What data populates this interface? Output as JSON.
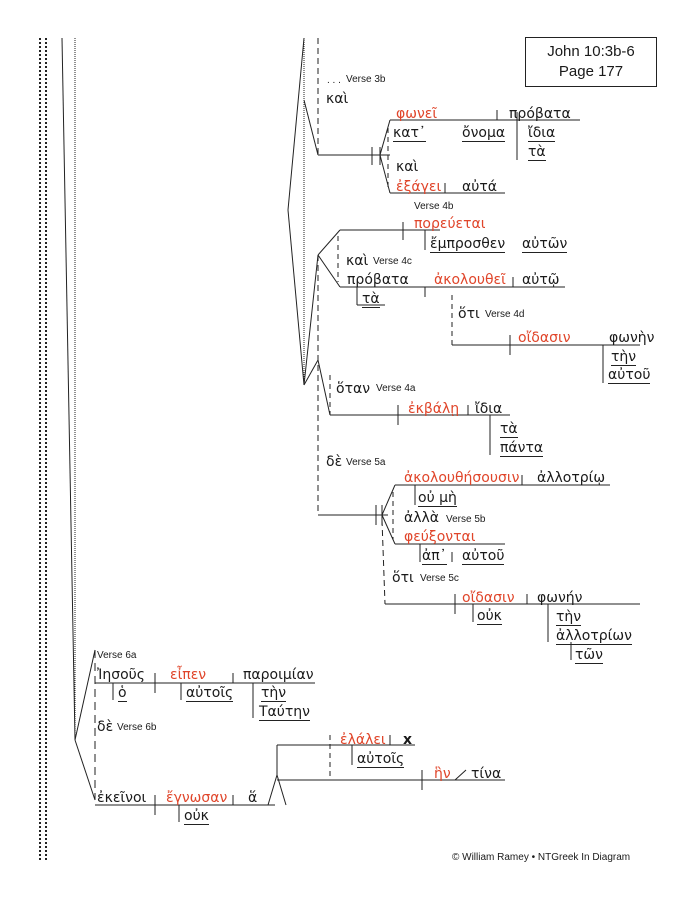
{
  "header": {
    "reference": "John 10:3b-6",
    "page": "Page 177"
  },
  "footer": {
    "credit": "© William Ramey • NTGreek In Diagram"
  },
  "verses": {
    "v3b": "Verse 3b",
    "v3b_prefix": ". . .",
    "v4b": "Verse 4b",
    "v4c": "Verse 4c",
    "v4d": "Verse 4d",
    "v4a": "Verse 4a",
    "v5a": "Verse 5a",
    "v5b": "Verse 5b",
    "v5c": "Verse 5c",
    "v6a": "Verse 6a",
    "v6b": "Verse 6b"
  },
  "words": {
    "kai1": "καὶ",
    "phonei": "φωνεῖ",
    "probata1": "πρόβατα",
    "kat": "κατ᾽",
    "onoma": "ὄνομα",
    "idia1": "ἴδια",
    "ta1": "τὰ",
    "kai2": "καὶ",
    "exagei": "ἐξάγει",
    "auta": "αὐτά",
    "poreuetai": "πορεύεται",
    "emprosthen": "ἔμπροσθεν",
    "auton": "αὐτῶν",
    "kai3": "καὶ",
    "probata2": "πρόβατα",
    "ta2": "τὰ",
    "akolouthei": "ἀκολουθεῖ",
    "auto": "αὐτῷ",
    "hoti1": "ὅτι",
    "oidasin1": "οἴδασιν",
    "phonen1": "φωνὴν",
    "ten1": "τὴν",
    "autou1": "αὐτοῦ",
    "hotan": "ὅταν",
    "ekbale": "ἐκβάλῃ",
    "idia2": "ἴδια",
    "ta3": "τὰ",
    "panta": "πάντα",
    "de1": "δὲ",
    "akolouthesousin": "ἀκολουθήσουσιν",
    "allotrio": "ἀλλοτρίῳ",
    "ou_me": "οὐ μὴ",
    "alla": "ἀλλὰ",
    "pheuxontai": "φεύξονται",
    "ap": "ἀπ᾽",
    "autou2": "αὐτοῦ",
    "hoti2": "ὅτι",
    "oidasin2": "οἴδασιν",
    "ouk1": "οὐκ",
    "phonen2": "φωνήν",
    "ten2": "τὴν",
    "allotrion": "ἀλλοτρίων",
    "ton": "τῶν",
    "iesous": "Ἰησοῦς",
    "ho": "ὁ",
    "eipen": "εἶπεν",
    "paroimian": "παροιμίαν",
    "autois1": "αὐτοῖς",
    "ten3": "τὴν",
    "tauten": "Ταύτην",
    "de2": "δὲ",
    "ekeinoi": "ἐκεῖνοι",
    "egnosan": "ἔγνωσαν",
    "ha": "ἅ",
    "ouk2": "οὐκ",
    "elalei": "ἐλάλει",
    "x": "x",
    "autois2": "αὐτοῖς",
    "hn": "ἣν",
    "tina": "τίνα"
  },
  "colors": {
    "verb": "#e0452a",
    "text": "#1a1a1a",
    "line": "#222222"
  }
}
